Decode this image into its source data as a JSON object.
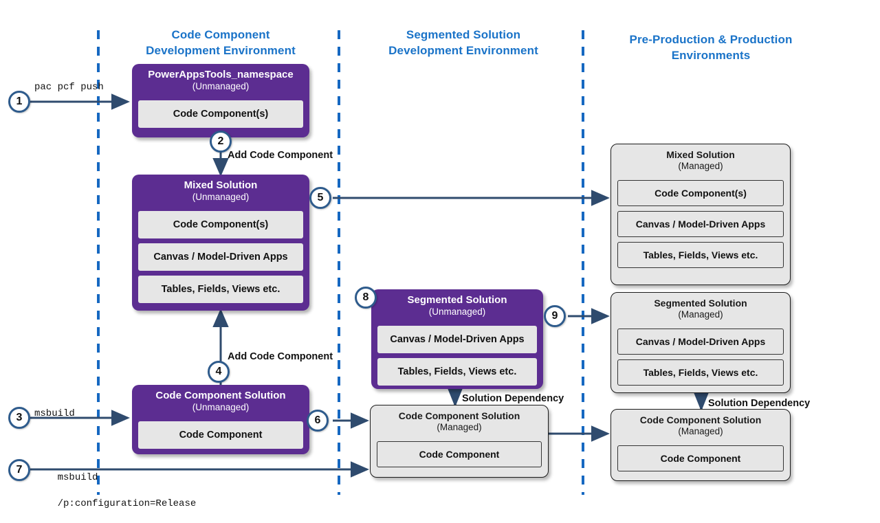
{
  "diagram": {
    "title": "Power Apps code component ALM flow",
    "colors": {
      "purple": "#5C2D91",
      "gray": "#E6E6E6",
      "heading_blue": "#1A73C8",
      "divider_blue": "#1668C1",
      "arrow_navy": "#2F4B6E",
      "badge_border": "#2E5B8C"
    }
  },
  "columns": [
    {
      "id": "code-component-dev",
      "line1": "Code Component",
      "line2": "Development Environment"
    },
    {
      "id": "segmented-dev",
      "line1": "Segmented Solution",
      "line2": "Development Environment"
    },
    {
      "id": "pre-prod-prod",
      "line1": "Pre-Production & Production",
      "line2": "Environments"
    }
  ],
  "boxes": {
    "powerappstools": {
      "title": "PowerAppsTools_namespace",
      "subtitle": "(Unmanaged)",
      "items": [
        "Code Component(s)"
      ]
    },
    "mixed_unmanaged": {
      "title": "Mixed Solution",
      "subtitle": "(Unmanaged)",
      "items": [
        "Code Component(s)",
        "Canvas / Model-Driven Apps",
        "Tables, Fields, Views etc."
      ]
    },
    "code_component_solution_unmanaged": {
      "title": "Code Component Solution",
      "subtitle": "(Unmanaged)",
      "items": [
        "Code Component"
      ]
    },
    "segmented_unmanaged": {
      "title": "Segmented Solution",
      "subtitle": "(Unmanaged)",
      "items": [
        "Canvas / Model-Driven Apps",
        "Tables, Fields, Views etc."
      ]
    },
    "code_component_solution_managed_mid": {
      "title": "Code Component Solution",
      "subtitle": "(Managed)",
      "items": [
        "Code Component"
      ]
    },
    "mixed_managed": {
      "title": "Mixed Solution",
      "subtitle": "(Managed)",
      "items": [
        "Code Component(s)",
        "Canvas / Model-Driven Apps",
        "Tables, Fields, Views etc."
      ]
    },
    "segmented_managed": {
      "title": "Segmented Solution",
      "subtitle": "(Managed)",
      "items": [
        "Canvas / Model-Driven Apps",
        "Tables, Fields, Views etc."
      ]
    },
    "code_component_solution_managed_right": {
      "title": "Code Component Solution",
      "subtitle": "(Managed)",
      "items": [
        "Code Component"
      ]
    }
  },
  "steps": [
    {
      "n": "1",
      "label": "pac pcf push"
    },
    {
      "n": "2",
      "label": "Add Code Component"
    },
    {
      "n": "3",
      "label": "msbuild"
    },
    {
      "n": "4",
      "label": "Add Code Component"
    },
    {
      "n": "5",
      "label": ""
    },
    {
      "n": "6",
      "label": ""
    },
    {
      "n": "7",
      "label": "msbuild\n/p:configuration=Release"
    },
    {
      "n": "8",
      "label": ""
    },
    {
      "n": "9",
      "label": ""
    }
  ],
  "labels": {
    "cmd_pac_pcf_push": "pac pcf push",
    "add_code_component_top": "Add Code Component",
    "add_code_component_bottom": "Add Code Component",
    "cmd_msbuild": "msbuild",
    "cmd_msbuild_release_line1": "msbuild",
    "cmd_msbuild_release_line2": "/p:configuration=Release",
    "solution_dependency_mid": "Solution Dependency",
    "solution_dependency_right": "Solution Dependency"
  }
}
